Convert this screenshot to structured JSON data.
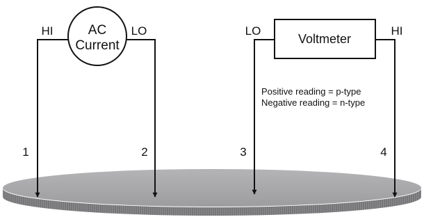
{
  "current_source": {
    "label_line1": "AC",
    "label_line2": "Current",
    "terminal_left": "HI",
    "terminal_right": "LO"
  },
  "voltmeter": {
    "label": "Voltmeter",
    "terminal_left": "LO",
    "terminal_right": "HI",
    "note_line1": "Positive reading = p-type",
    "note_line2": "Negative reading = n-type"
  },
  "probes": [
    "1",
    "2",
    "3",
    "4"
  ],
  "colors": {
    "line": "#111111",
    "wafer_top": "#a8a8aa",
    "wafer_edge": "#8c8c8e",
    "background": "#ffffff"
  }
}
